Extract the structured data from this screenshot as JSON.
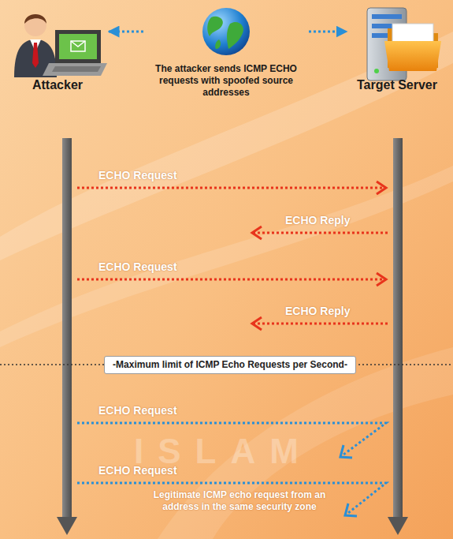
{
  "diagram": {
    "nodes": [
      {
        "text": [
          "Attacker"
        ]
      },
      {
        "text": [
          "The attacker sends ICMP ECHO requests with spoofed source addresses"
        ]
      },
      {
        "text": [
          "Target Server"
        ]
      },
      {
        "text": [
          "-Maximum limit of ICMP Echo Requests per Second-"
        ]
      }
    ],
    "edges": [
      {
        "from": 1,
        "to": 0,
        "arrow": "to"
      },
      {
        "from": 1,
        "to": 2,
        "arrow": "to"
      }
    ],
    "labels": [
      "ECHO Request",
      "ECHO Reply",
      "ECHO Request",
      "ECHO Reply",
      "ECHO Request",
      "ECHO Request",
      "Legitimate ICMP echo request from an address in the same security zone",
      "ISLAM"
    ]
  }
}
